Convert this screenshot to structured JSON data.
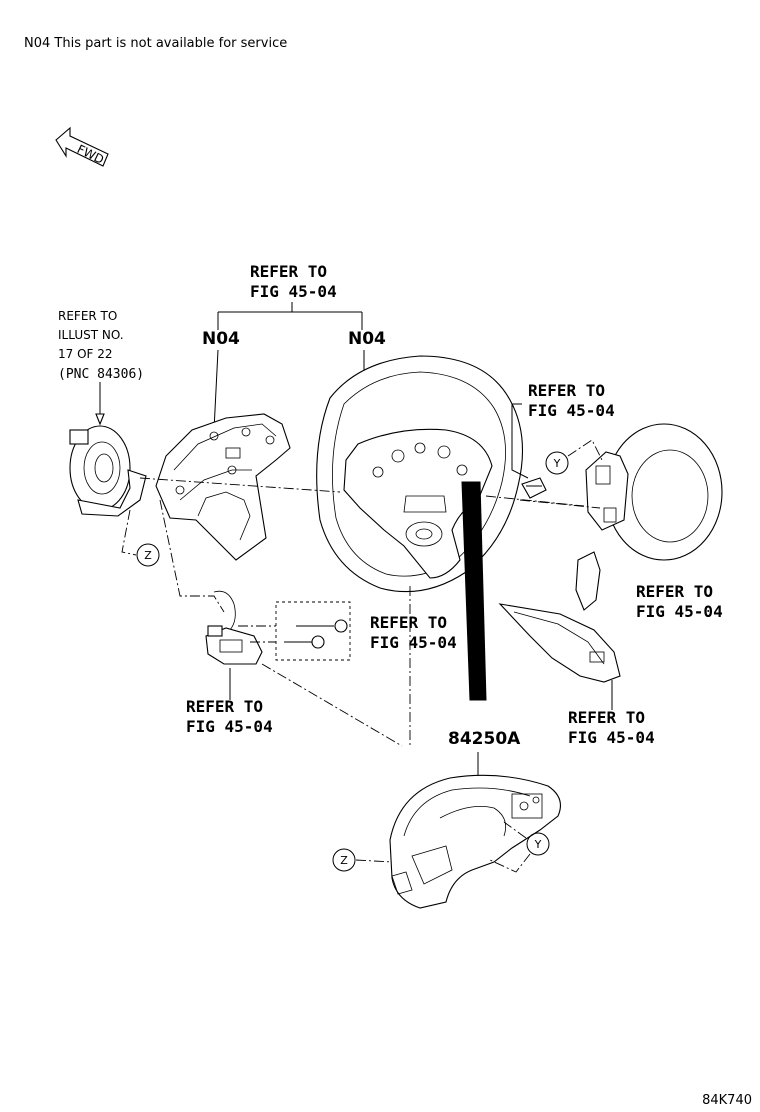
{
  "header_note": "N04 This part is not available for service",
  "diagram_code": "84K740",
  "fwd_label": "FWD",
  "refer_steering_top": {
    "line1": "REFER TO",
    "line2": "FIG 45-04"
  },
  "refer_spiral": {
    "line1": "REFER TO",
    "line2": "ILLUST NO.",
    "line3": "17 OF 22",
    "line4": "(PNC 84306)"
  },
  "label_n04_left": "N04",
  "label_n04_right": "N04",
  "refer_bolt": {
    "line1": "REFER TO",
    "line2": "FIG 45-04"
  },
  "refer_airbag": {
    "line1": "REFER TO",
    "line2": "FIG 45-04"
  },
  "refer_screws": {
    "line1": "REFER TO",
    "line2": "FIG 45-04"
  },
  "refer_connector": {
    "line1": "REFER TO",
    "line2": "FIG 45-04"
  },
  "refer_cover": {
    "line1": "REFER TO",
    "line2": "FIG 45-04"
  },
  "part_number": "84250A",
  "marker_z": "Z",
  "marker_y": "Y"
}
